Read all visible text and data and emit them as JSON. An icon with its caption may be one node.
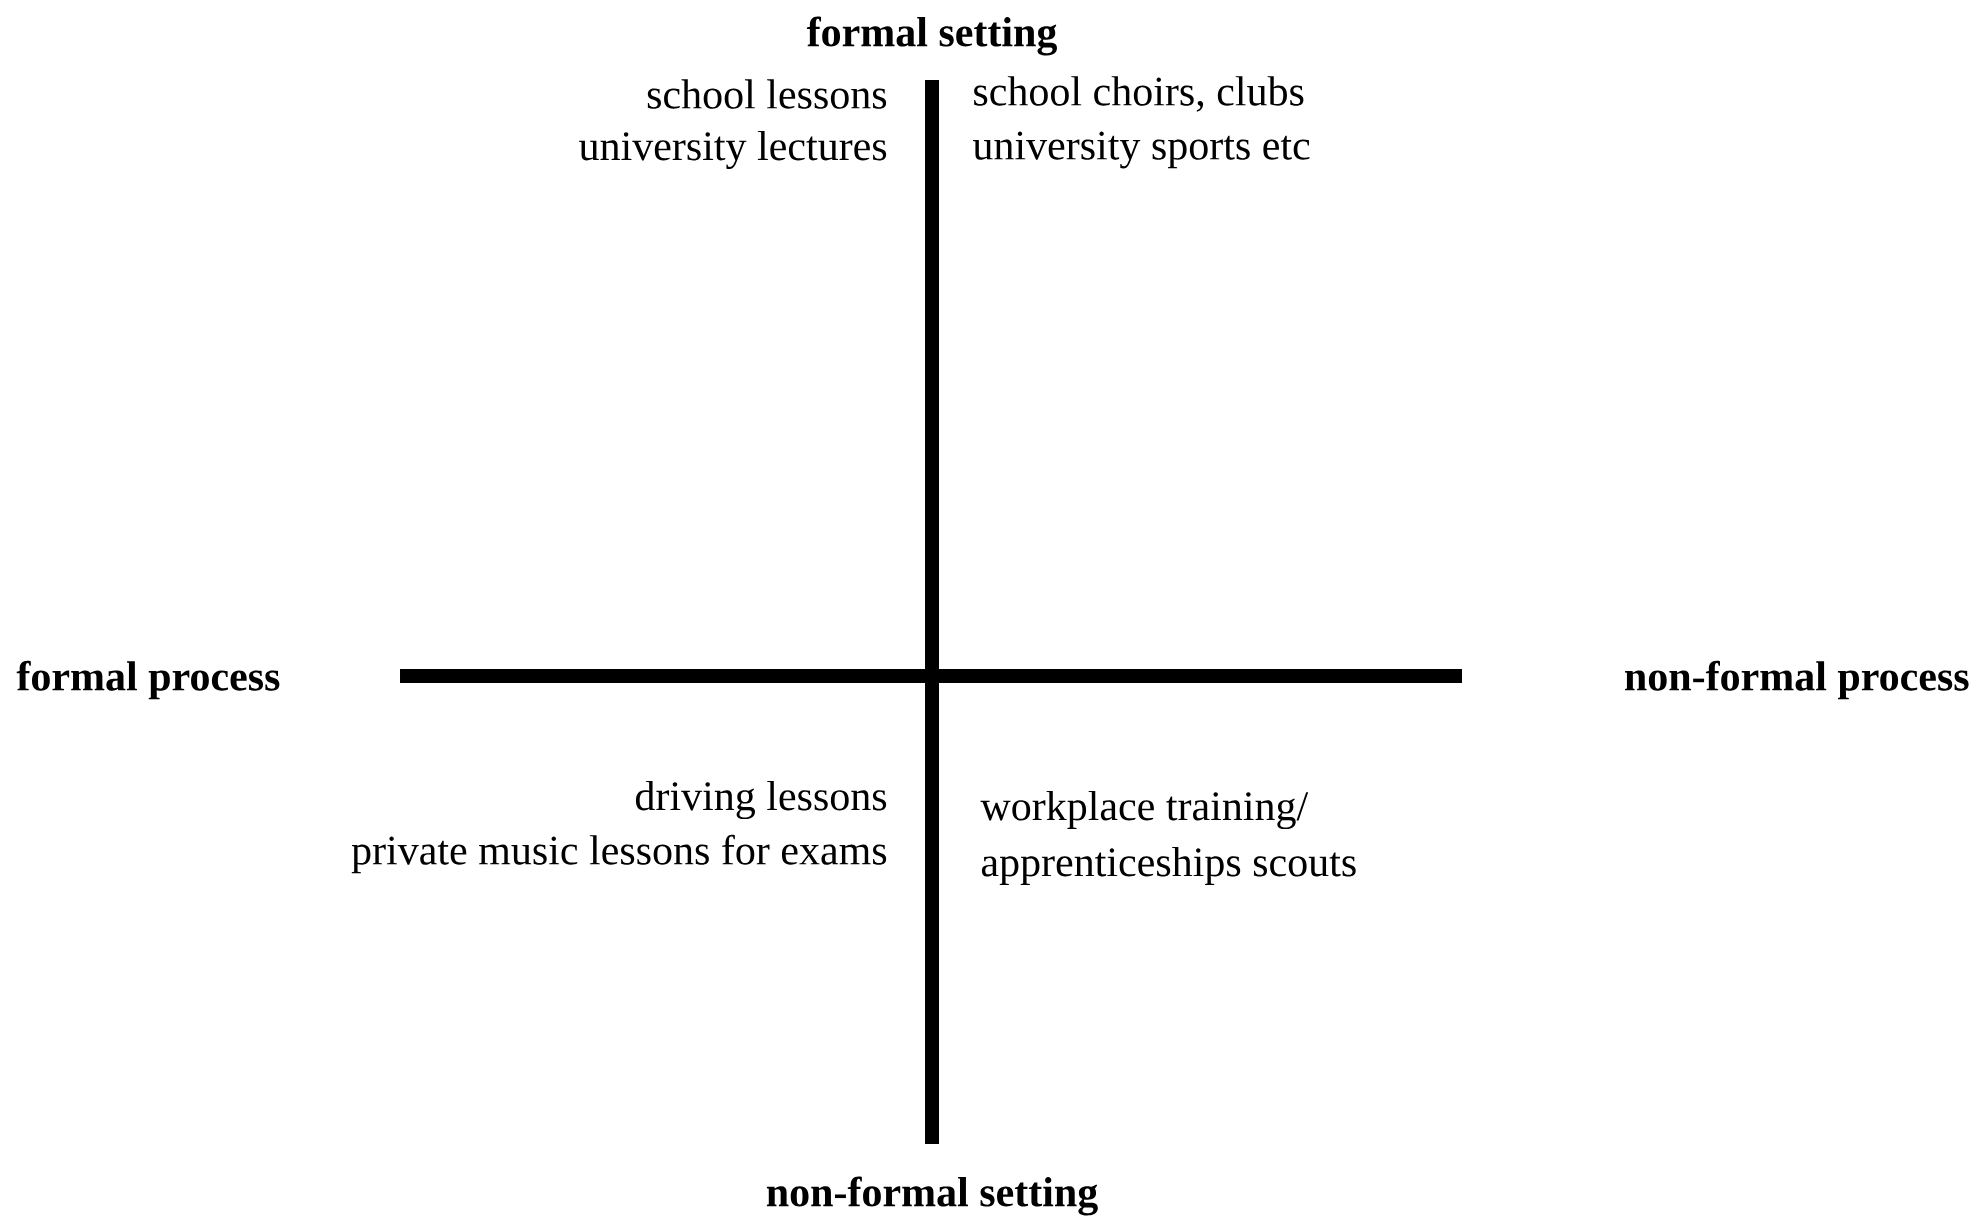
{
  "diagram": {
    "labels": [
      "formal setting",
      "school lessons",
      "university lectures",
      "school choirs, clubs",
      "university sports etc",
      "formal process",
      "non-formal process",
      "driving lessons",
      "private music lessons for exams",
      "workplace training/",
      "apprenticeships scouts",
      "non-formal setting"
    ]
  }
}
